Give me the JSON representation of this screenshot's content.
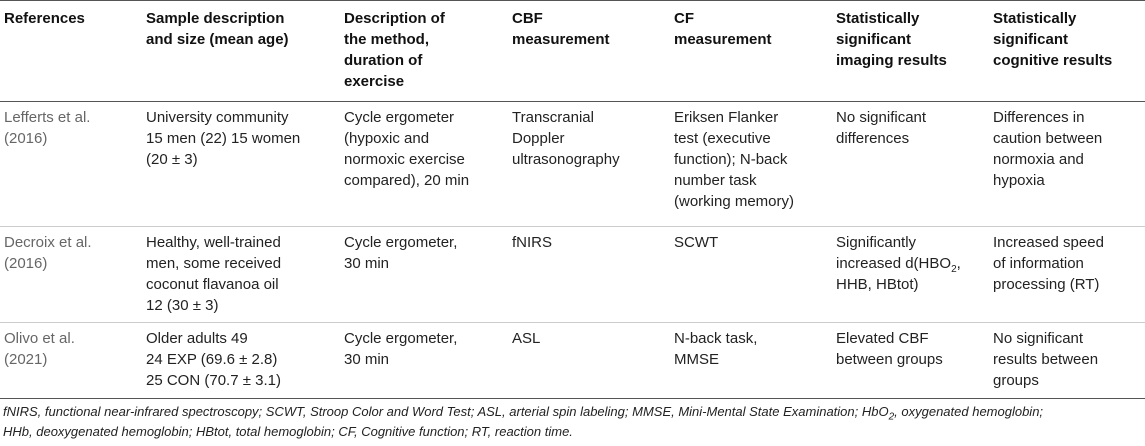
{
  "table": {
    "headers": [
      [
        "References"
      ],
      [
        "Sample description",
        "and size (mean age)"
      ],
      [
        "Description of",
        "the method,",
        "duration of",
        "exercise"
      ],
      [
        "CBF",
        "measurement"
      ],
      [
        "CF",
        "measurement"
      ],
      [
        "Statistically",
        "significant",
        "imaging results"
      ],
      [
        "Statistically",
        "significant",
        "cognitive results"
      ]
    ],
    "rows": [
      {
        "cells": [
          [
            "Lefferts et al.",
            "(2016)"
          ],
          [
            "University community",
            "15 men (22) 15 women",
            "(20 ± 3)"
          ],
          [
            "Cycle ergometer",
            "(hypoxic and",
            "normoxic exercise",
            "compared), 20 min"
          ],
          [
            "Transcranial",
            "Doppler",
            "ultrasonography"
          ],
          [
            "Eriksen Flanker",
            "test (executive",
            "function); N-back",
            "number task",
            "(working memory)"
          ],
          [
            "No significant",
            "differences"
          ],
          [
            "Differences in",
            "caution between",
            "normoxia and",
            "hypoxia"
          ]
        ]
      },
      {
        "cells": [
          [
            "Decroix et al.",
            "(2016)"
          ],
          [
            "Healthy, well-trained",
            "men, some received",
            "coconut flavanoa oil",
            "12 (30 ± 3)"
          ],
          [
            "Cycle ergometer,",
            "30 min"
          ],
          [
            "fNIRS"
          ],
          [
            "SCWT"
          ],
          [
            "Significantly",
            "increased d(HBO",
            "HHB, HBtot)"
          ],
          [
            "Increased speed",
            "of information",
            "processing (RT)"
          ]
        ]
      },
      {
        "cells": [
          [
            "Olivo et al.",
            "(2021)"
          ],
          [
            "Older adults 49",
            "24 EXP (69.6 ± 2.8)",
            "25 CON (70.7 ± 3.1)"
          ],
          [
            "Cycle ergometer,",
            "30 min"
          ],
          [
            "ASL"
          ],
          [
            "N-back task,",
            "MMSE"
          ],
          [
            "Elevated CBF",
            "between groups"
          ],
          [
            "No significant",
            "results between",
            "groups"
          ]
        ]
      }
    ],
    "hbo_subscript": "2",
    "hbo_suffix": ","
  },
  "footnote": {
    "line1_a": "fNIRS, functional near-infrared spectroscopy; SCWT, Stroop Color and Word Test; ASL, arterial spin labeling; MMSE, Mini-Mental State Examination; HbO",
    "line1_sub": "2",
    "line1_b": ", oxygenated hemoglobin;",
    "line2": "HHb, deoxygenated hemoglobin; HBtot, total hemoglobin; CF, Cognitive function; RT, reaction time."
  }
}
